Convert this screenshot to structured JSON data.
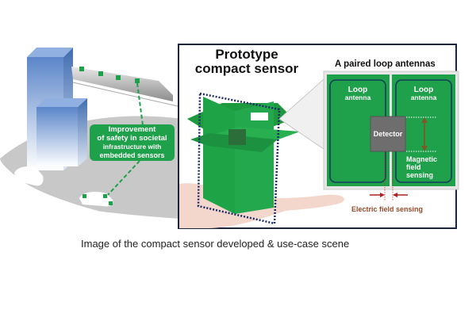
{
  "scene": {
    "callout": {
      "lines": [
        "Improvement",
        "of safety in societal",
        "infrastructure with",
        "embedded sensors"
      ]
    },
    "colors": {
      "sensor_green": "#1fa04a",
      "road_gray": "#c8c8c8",
      "building_blue": "#5b86c9",
      "frame_navy": "#1c2340"
    }
  },
  "prototype": {
    "title_line1": "Prototype",
    "title_line2": "compact sensor"
  },
  "antenna_diagram": {
    "title": "A paired loop antennas",
    "left_antenna": {
      "line1": "Loop",
      "line2": "antenna"
    },
    "right_antenna": {
      "line1": "Loop",
      "line2": "antenna"
    },
    "detector": "Detector",
    "magnetic": [
      "Magnetic",
      "field",
      "sensing"
    ],
    "electric": "Electric field sensing"
  },
  "caption": "Image of the compact sensor developed & use-case scene"
}
